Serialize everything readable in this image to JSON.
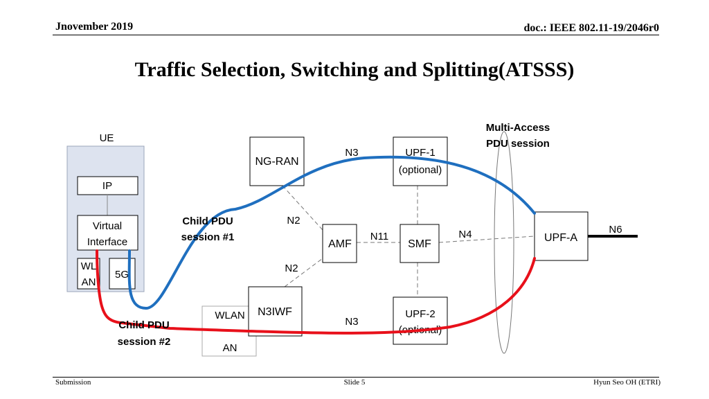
{
  "header": {
    "date": "Jnovember 2019",
    "doc": "doc.: IEEE 802.11-19/2046r0"
  },
  "title": "Traffic Selection, Switching and Splitting(ATSSS)",
  "diagram": {
    "ue_label": "UE",
    "ip_label": "IP",
    "virtual_interface_line1": "Virtual",
    "virtual_interface_line2": "Interface",
    "wlan_port_line1": "WL",
    "wlan_port_line2": "AN",
    "fiveg_port": "5G",
    "ng_ran": "NG-RAN",
    "upf1_line1": "UPF-1",
    "upf1_line2": "(optional)",
    "upf2_line1": "UPF-2",
    "upf2_line2": "(optional)",
    "amf": "AMF",
    "smf": "SMF",
    "upf_a": "UPF-A",
    "n3iwf": "N3IWF",
    "wlan_an_line1": "WLAN",
    "wlan_an_line2": "AN",
    "interfaces": {
      "n3_top": "N3",
      "n3_bottom": "N3",
      "n2_top": "N2",
      "n2_bottom": "N2",
      "n11": "N11",
      "n4": "N4",
      "n6": "N6"
    },
    "multi_access_line1": "Multi-Access",
    "multi_access_line2": "PDU session",
    "child1_line1": "Child PDU",
    "child1_line2": "session #1",
    "child2_line1": "Child PDU",
    "child2_line2": "session #2",
    "colors": {
      "session1": "#1f6fbf",
      "session2": "#e8101a",
      "ue_box_fill": "#dde3ef",
      "ue_box_stroke": "#9aa4b8"
    }
  },
  "footer": {
    "left": "Submission",
    "center": "Slide 5",
    "right": "Hyun Seo OH (ETRI)"
  }
}
